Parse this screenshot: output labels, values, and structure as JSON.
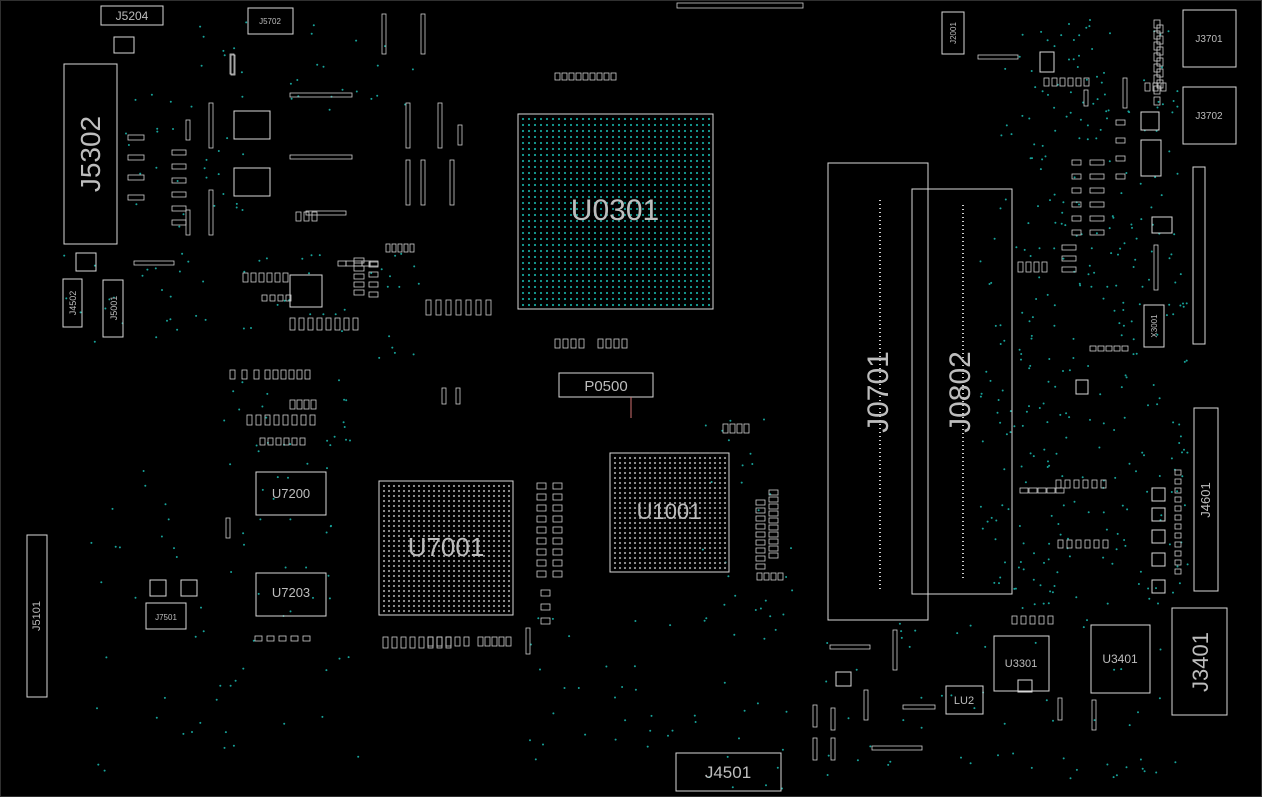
{
  "board": {
    "background": "#000000",
    "outline_color": "#d8d8d8",
    "via_color": "#17a39a",
    "label_color": "#bdbdbd"
  },
  "components": {
    "U0301": "U0301",
    "J0701": "J0701",
    "J0802": "J0802",
    "U7001": "U7001",
    "U1001": "U1001",
    "U7200": "U7200",
    "U7203": "U7203",
    "P0500": "P0500",
    "J5302": "J5302",
    "J5204": "J5204",
    "J4501": "J4501",
    "J3401": "J3401",
    "U3401": "U3401",
    "U3301": "U3301",
    "LU2": "LU2",
    "J3701": "J3701",
    "J3702": "J3702",
    "J4601": "J4601",
    "J5101": "J5101",
    "J4502": "J4502",
    "J5001": "J5001",
    "J7501": "J7501",
    "J5702": "J5702",
    "X3001": "X3001",
    "J2001": "J2001"
  }
}
